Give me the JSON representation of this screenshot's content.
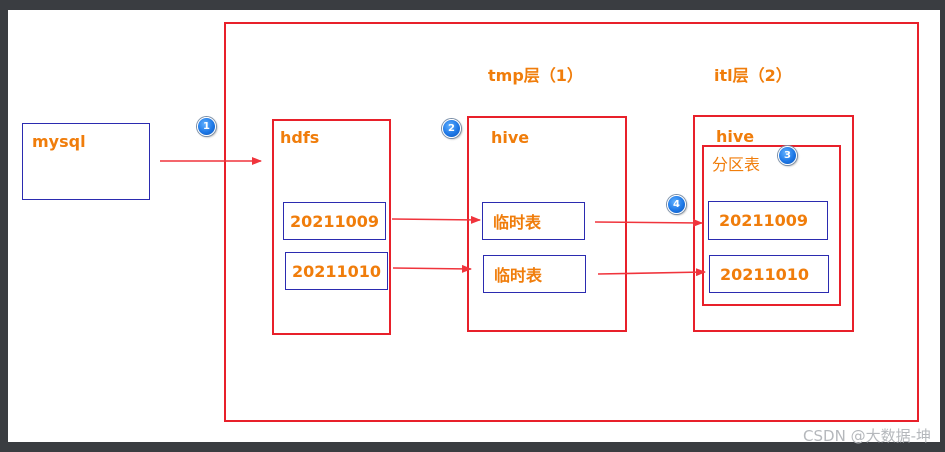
{
  "nodes": {
    "mysql": "mysql",
    "hdfs": "hdfs",
    "hdfs_items": [
      "20211009",
      "20211010"
    ],
    "tmp_header": "tmp层（1）",
    "tmp_hive": "hive",
    "tmp_items": [
      "临时表",
      "临时表"
    ],
    "itl_header": "itl层（2）",
    "itl_hive": "hive",
    "partition_table": "分区表",
    "itl_items": [
      "20211009",
      "20211010"
    ]
  },
  "badges": [
    "1",
    "2",
    "3",
    "4"
  ],
  "watermark": "CSDN @大数据-坤",
  "colors": {
    "container_border": "#e8202a",
    "item_border": "#2b2bb0",
    "label": "#f07d0b",
    "arrow": "#f0343c",
    "badge": "#1e78e6"
  }
}
